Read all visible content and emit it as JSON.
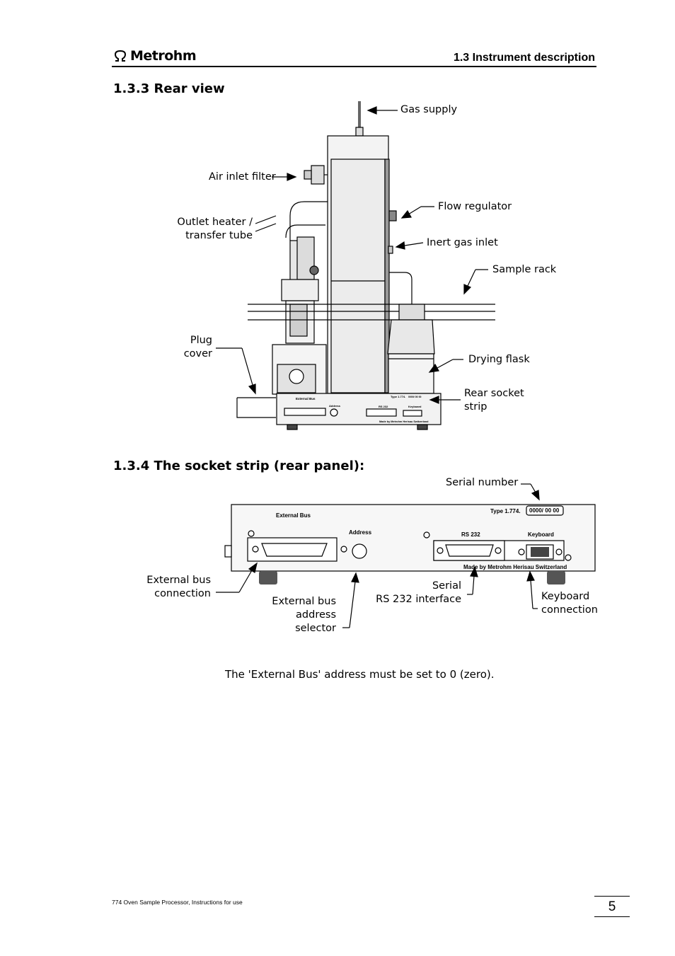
{
  "header": {
    "logo_text": "Metrohm",
    "section_title": "1.3 Instrument description"
  },
  "section_rear_view": {
    "heading": "1.3.3  Rear view",
    "callouts": {
      "gas_supply": "Gas supply",
      "air_inlet_filter": "Air inlet filter",
      "flow_regulator": "Flow regulator",
      "outlet_heater_line1": "Outlet heater /",
      "outlet_heater_line2": "transfer tube",
      "inert_gas_inlet": "Inert gas inlet",
      "sample_rack": "Sample rack",
      "plug_cover_line1": "Plug",
      "plug_cover_line2": "cover",
      "drying_flask": "Drying flask",
      "rear_socket_line1": "Rear socket",
      "rear_socket_line2": "strip"
    },
    "mini_panel": {
      "external_bus": "External Bus",
      "address": "Address",
      "type": "Type 1.774.",
      "serial": "0000/ 00 00",
      "rs232": "RS 232",
      "keyboard": "Keyboard",
      "made_by": "Made by Metrohm Herisau Switzerland"
    }
  },
  "section_socket_strip": {
    "heading": "1.3.4  The socket strip (rear panel):",
    "panel_labels": {
      "external_bus": "External Bus",
      "address": "Address",
      "type": "Type 1.774.",
      "serial_box": "0000/ 00 00",
      "rs232": "RS 232",
      "keyboard": "Keyboard",
      "made_by": "Made by Metrohm Herisau Switzerland"
    },
    "callouts": {
      "serial_number": "Serial number",
      "ext_bus_conn_line1": "External bus",
      "ext_bus_conn_line2": "connection",
      "ext_bus_addr_line1": "External bus",
      "ext_bus_addr_line2": "address",
      "ext_bus_addr_line3": "selector",
      "serial_line1": "Serial",
      "serial_line2": "RS 232 interface",
      "keyboard_line1": "Keyboard",
      "keyboard_line2": "connection"
    }
  },
  "note": "The 'External Bus' address must be set to 0 (zero).",
  "footer": {
    "doc_title": "774 Oven Sample Processor, Instructions for use",
    "page_number": "5"
  }
}
